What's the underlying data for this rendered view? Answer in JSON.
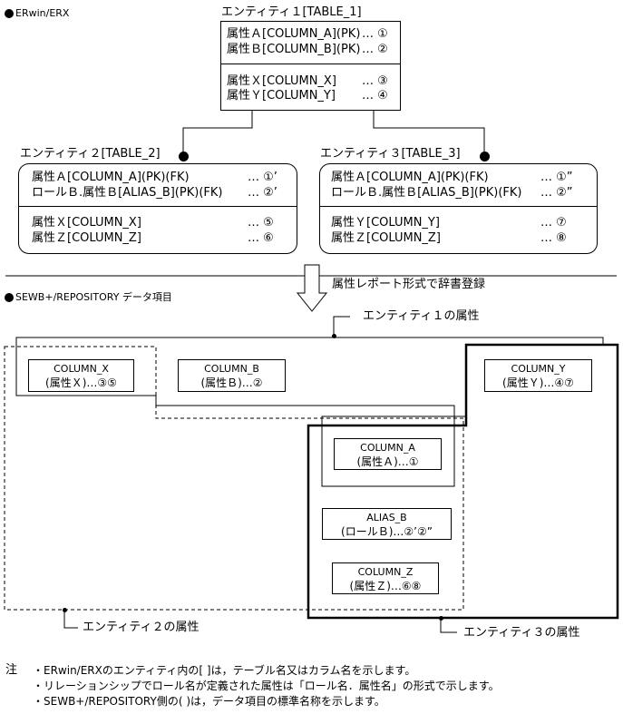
{
  "top_label": "ERwin/ERX",
  "entity1": {
    "title": "エンティティ１[TABLE_1]",
    "rows": [
      {
        "attr": "属性Ａ[COLUMN_A](PK)",
        "ref": "… ①"
      },
      {
        "attr": "属性Ｂ[COLUMN_B](PK)",
        "ref": "… ②"
      },
      {
        "attr": "属性Ｘ[COLUMN_X]",
        "ref": "… ③"
      },
      {
        "attr": "属性Ｙ[COLUMN_Y]",
        "ref": "… ④"
      }
    ]
  },
  "entity2": {
    "title": "エンティティ２[TABLE_2]",
    "rows": [
      {
        "attr": "属性Ａ[COLUMN_A](PK)(FK)",
        "ref": "… ①’"
      },
      {
        "attr": "ロールＢ.属性Ｂ[ALIAS_B](PK)(FK)",
        "ref": "… ②’"
      },
      {
        "attr": "属性Ｘ[COLUMN_X]",
        "ref": "… ⑤"
      },
      {
        "attr": "属性Ｚ[COLUMN_Z]",
        "ref": "… ⑥"
      }
    ]
  },
  "entity3": {
    "title": "エンティティ３[TABLE_3]",
    "rows": [
      {
        "attr": "属性Ａ[COLUMN_A](PK)(FK)",
        "ref": "… ①”"
      },
      {
        "attr": "ロールＢ.属性Ｂ[ALIAS_B](PK)(FK)",
        "ref": "… ②”"
      },
      {
        "attr": "属性Ｙ[COLUMN_Y]",
        "ref": "… ⑦"
      },
      {
        "attr": "属性Ｚ[COLUMN_Z]",
        "ref": "… ⑧"
      }
    ]
  },
  "arrow_label": "属性レポート形式で辞書登録",
  "bottom_label": "SEWB+/REPOSITORY データ項目",
  "group1_label": "エンティティ１の属性",
  "group2_label": "エンティティ２の属性",
  "group3_label": "エンティティ３の属性",
  "items": {
    "column_x": {
      "name": "COLUMN_X",
      "label": "(属性Ｘ)…③⑤"
    },
    "column_b": {
      "name": "COLUMN_B",
      "label": "(属性Ｂ)…②"
    },
    "column_y": {
      "name": "COLUMN_Y",
      "label": "(属性Ｙ)…④⑦"
    },
    "column_a": {
      "name": "COLUMN_A",
      "label": "(属性Ａ)…①"
    },
    "alias_b": {
      "name": "ALIAS_B",
      "label": "(ロールＢ)…②’②”"
    },
    "column_z": {
      "name": "COLUMN_Z",
      "label": "(属性Ｚ)…⑥⑧"
    }
  },
  "notes": {
    "prefix": "注",
    "lines": [
      "・ERwin/ERXのエンティティ内の[ ]は，テーブル名又はカラム名を示します。",
      "・リレーションシップでロール名が定義された属性は「ロール名．属性名」の形式で示します。",
      "・SEWB+/REPOSITORY側の( )は，データ項目の標準名称を示します。"
    ]
  }
}
